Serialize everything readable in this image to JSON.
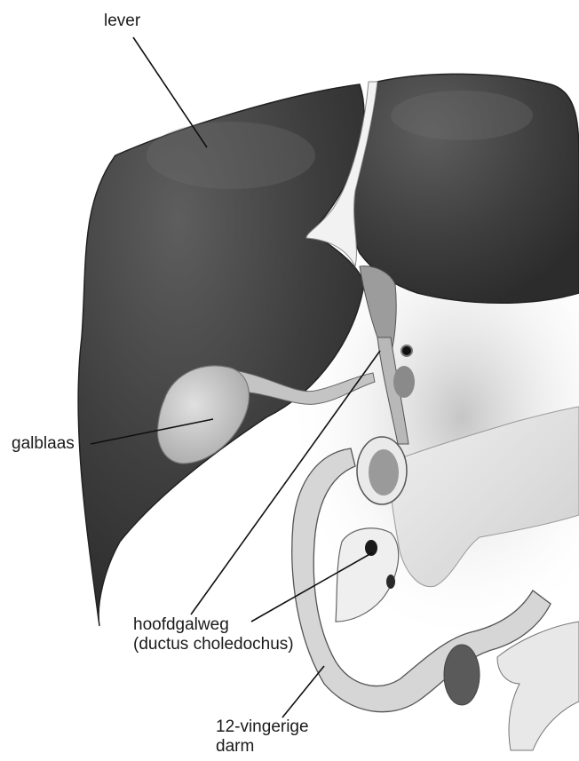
{
  "labels": {
    "liver": "lever",
    "gallbladder": "galblaas",
    "bile_duct_line1": "hoofdgalweg",
    "bile_duct_line2": "(ductus choledochus)",
    "duodenum_line1": "12-vingerige",
    "duodenum_line2": "darm"
  },
  "colors": {
    "liver": "#3c3c3c",
    "liver_highlight": "#5a5a5a",
    "gallbladder": "#c9c9c9",
    "pancreas": "#e6e6e6",
    "duodenum": "#d9d9d9",
    "pointer_line": "#111111"
  }
}
